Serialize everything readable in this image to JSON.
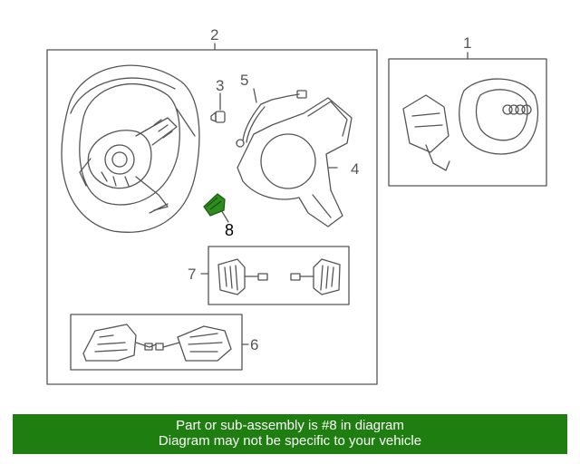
{
  "diagram": {
    "callouts": {
      "c1": "1",
      "c2": "2",
      "c3": "3",
      "c4": "4",
      "c5": "5",
      "c6": "6",
      "c7": "7",
      "c8": "8"
    },
    "highlight_part": "8",
    "highlight_color": "#2e8b1e",
    "line_color": "#555555"
  },
  "banner": {
    "line1": "Part or sub-assembly is #8 in diagram",
    "line2": "Diagram may not be specific to your vehicle",
    "background": "#1e7e10",
    "text_color": "#ffffff"
  }
}
